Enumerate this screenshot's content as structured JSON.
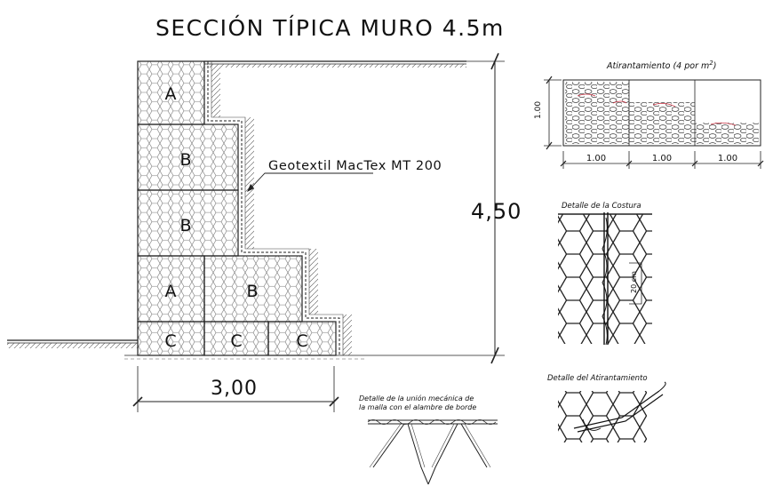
{
  "title": "SECCIÓN TÍPICA MURO 4.5m",
  "blocks": {
    "top": "A",
    "upper_middle": "B",
    "middle": "B",
    "lower_left": "A",
    "lower_right": "B",
    "base_left": "C",
    "base_middle": "C",
    "base_right": "C"
  },
  "geotextile_label": "Geotextil MacTex MT 200",
  "height_dimension": "4,50",
  "base_width_dimension": "3,00",
  "anchoring": {
    "title": "Atirantamiento (4 por m",
    "title_sup": "2",
    "title_close": ")",
    "height": "1.00",
    "widths": [
      "1.00",
      "1.00",
      "1.00"
    ]
  },
  "seam_detail": {
    "title": "Detalle de la Costura",
    "spacing": "20 cm"
  },
  "edge_detail": {
    "title_line1": "Detalle de la unión mecánica de",
    "title_line2": "la malla con el alambre de borde"
  },
  "tie_detail": {
    "title": "Detalle del Atirantamiento"
  }
}
